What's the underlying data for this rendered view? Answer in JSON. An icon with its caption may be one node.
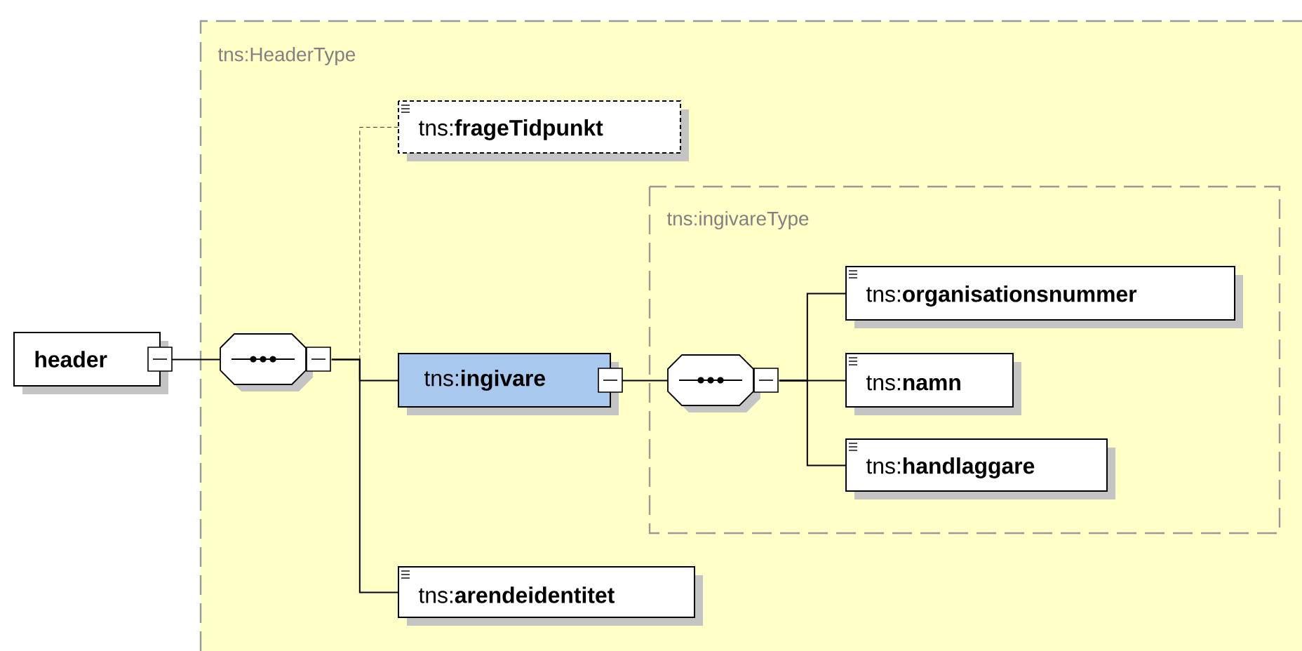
{
  "diagram": {
    "nodes": [
      {
        "text": [
          "tns:HeaderType"
        ]
      },
      {
        "text": [
          "**header**"
        ]
      },
      {
        "text": [],
        "shape": "octagon",
        "in": 0
      },
      {
        "text": [
          "tns:**frageTidpunkt**"
        ],
        "in": 0
      },
      {
        "text": [
          "tns:**ingivare**"
        ],
        "in": 0
      },
      {
        "text": [
          "tns:ingivareType"
        ],
        "in": 0
      },
      {
        "text": [],
        "shape": "octagon",
        "in": 5
      },
      {
        "text": [
          "tns:**organisationsnummer**"
        ],
        "in": 5
      },
      {
        "text": [
          "tns:**namn**"
        ],
        "in": 5
      },
      {
        "text": [
          "tns:**handlaggare**"
        ],
        "in": 5
      },
      {
        "text": [
          "tns:**arendeidentitet**"
        ],
        "in": 0
      }
    ],
    "edges": [
      {
        "from": 1,
        "to": 2,
        "arrow": "none"
      },
      {
        "from": 2,
        "to": 3,
        "arrow": "none",
        "style": "dashed"
      },
      {
        "from": 2,
        "to": 4,
        "arrow": "none"
      },
      {
        "from": 2,
        "to": 10,
        "arrow": "none"
      },
      {
        "from": 4,
        "to": 6,
        "arrow": "none"
      },
      {
        "from": 6,
        "to": 7,
        "arrow": "none"
      },
      {
        "from": 6,
        "to": 8,
        "arrow": "none"
      },
      {
        "from": 6,
        "to": 9,
        "arrow": "none"
      }
    ]
  }
}
